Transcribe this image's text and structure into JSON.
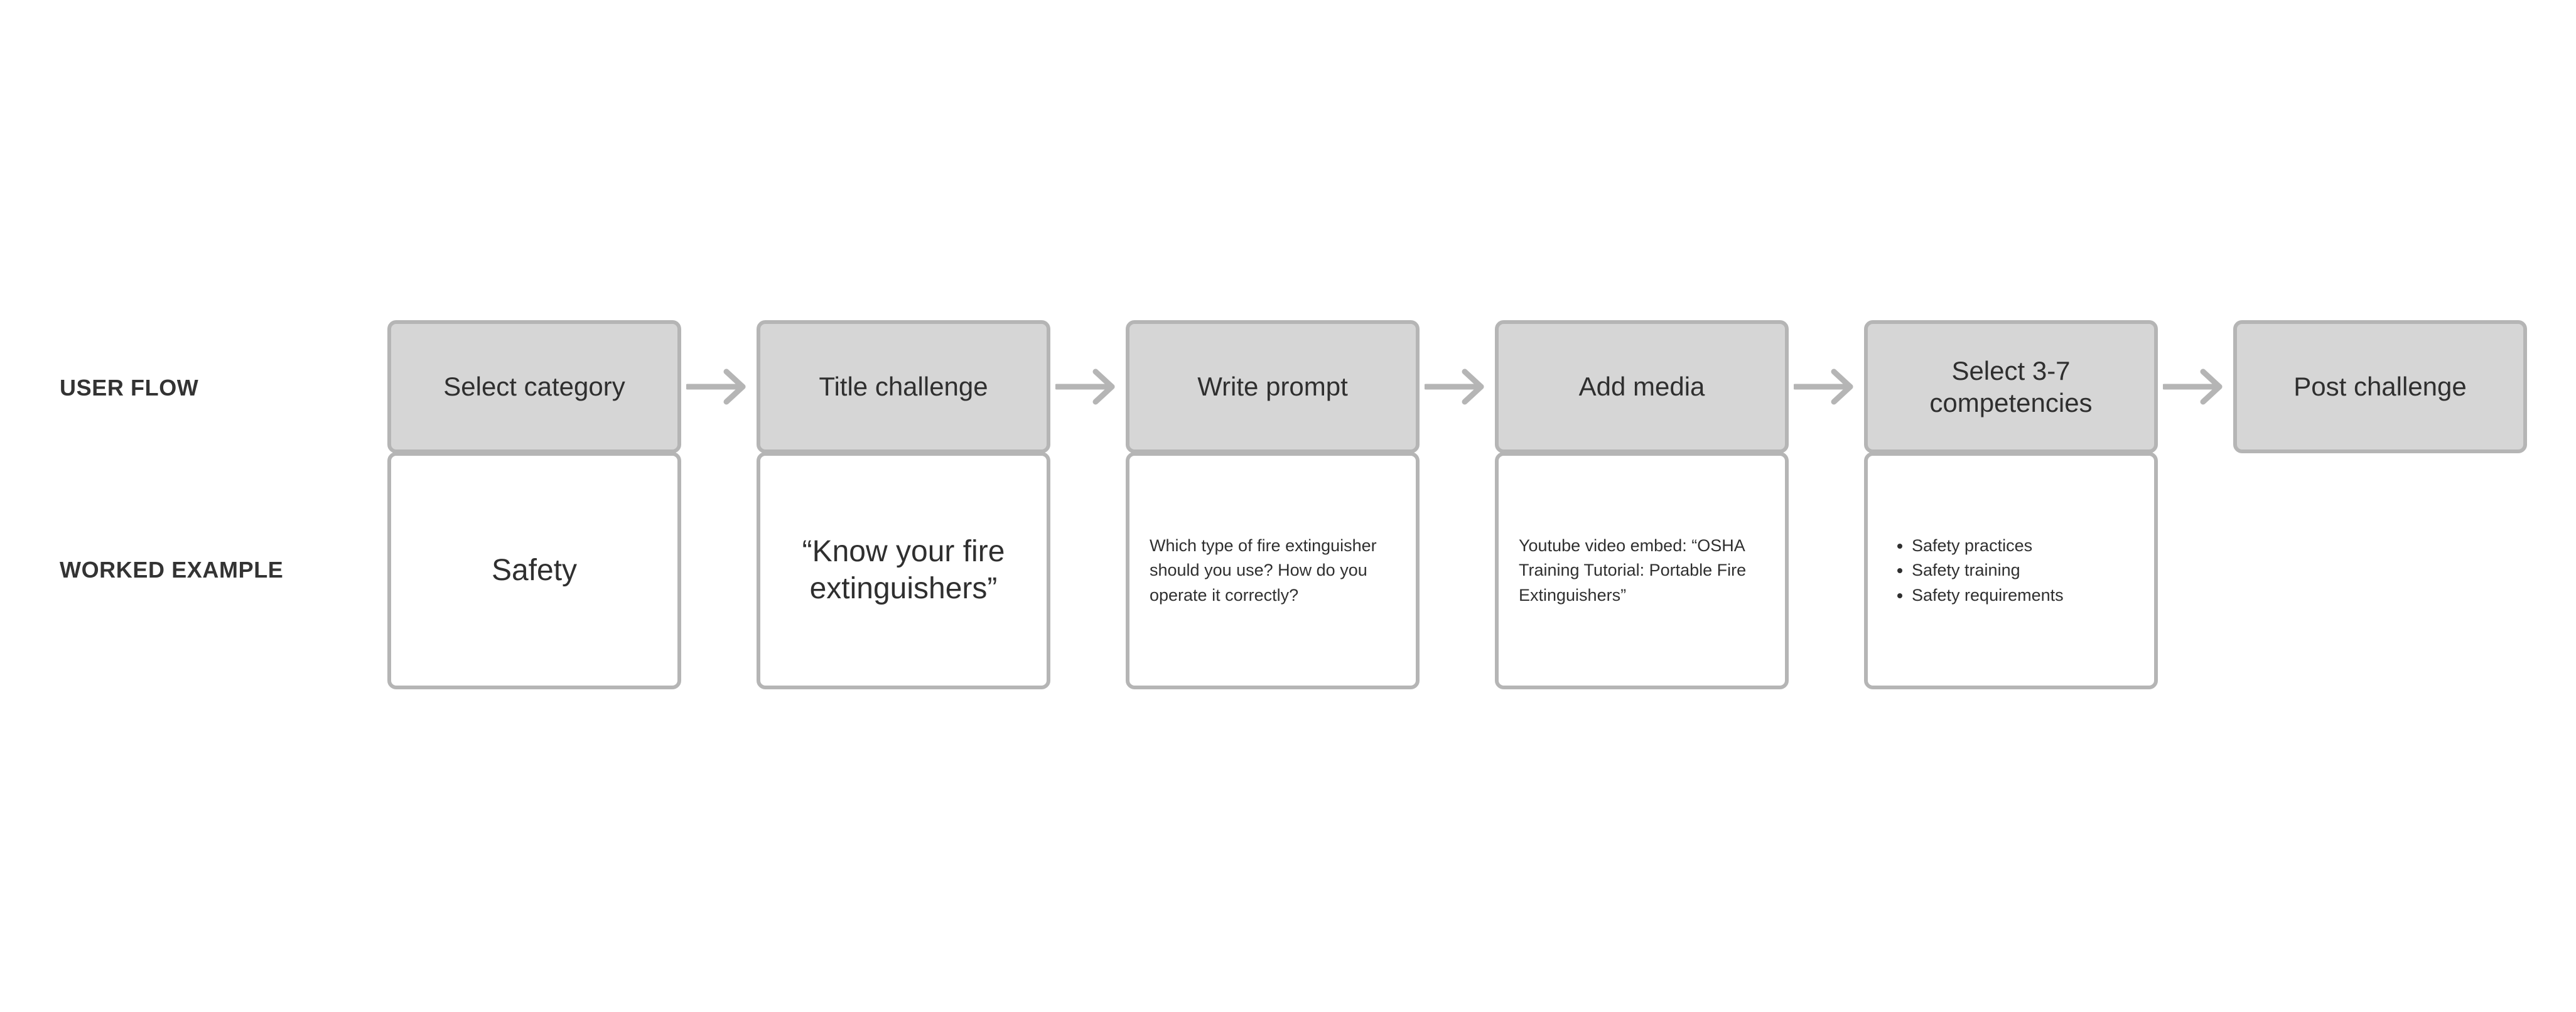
{
  "rows": {
    "user_flow_label": "USER FLOW",
    "worked_example_label": "WORKED EXAMPLE"
  },
  "theme": {
    "step_fill": "#d6d6d6",
    "border": "#b5b5b5",
    "text": "#2f2f2f",
    "label_text": "#333333",
    "arrow": "#b5b5b5",
    "background": "#ffffff"
  },
  "arrow_icon": "arrow-right-icon",
  "steps": [
    {
      "step_label": "Select category",
      "example_kind": "text_large",
      "example_text": "Safety"
    },
    {
      "step_label": "Title challenge",
      "example_kind": "text_large",
      "example_text": "“Know your fire extinguishers”"
    },
    {
      "step_label": "Write prompt",
      "example_kind": "text_small",
      "example_text": "Which type of fire extinguisher should you use? How do you operate it correctly?"
    },
    {
      "step_label": "Add media",
      "example_kind": "text_small",
      "example_text": "Youtube video embed: “OSHA Training Tutorial: Portable Fire Extinguishers”"
    },
    {
      "step_label": "Select 3-7 competencies",
      "example_kind": "bullets",
      "example_bullets": [
        "Safety practices",
        "Safety training",
        "Safety requirements"
      ]
    },
    {
      "step_label": "Post challenge",
      "example_kind": "none"
    }
  ]
}
